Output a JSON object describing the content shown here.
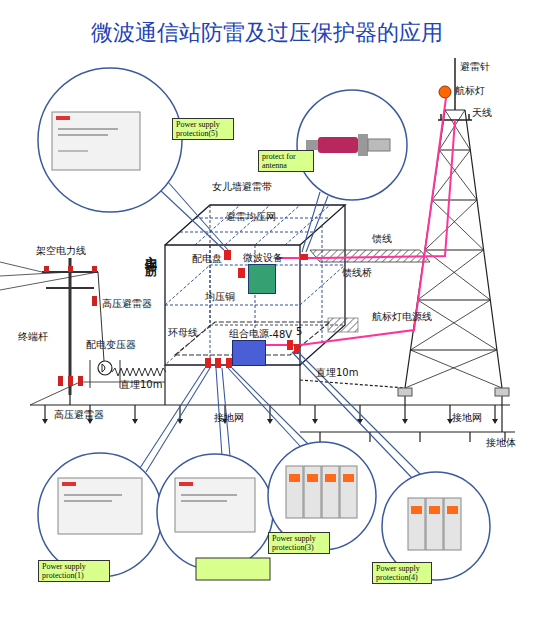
{
  "diagram": {
    "title": "微波通信站防雷及过压保护器的应用",
    "nodes": [
      {
        "text": [
          "Power supply protection(5)"
        ]
      },
      {
        "text": [
          "protect for antenna"
        ]
      },
      {
        "text": [
          "微波设备"
        ]
      },
      {
        "text": [
          "组合电源",
          "-48V"
        ]
      },
      {
        "text": [
          "Power supply protection(1)"
        ]
      },
      {
        "text": [
          "Power supply protection(3)"
        ]
      },
      {
        "text": [
          "Power supply protection(4)"
        ]
      }
    ],
    "labels": [
      "避雷针",
      "航标灯",
      "天线",
      "女儿墙避雷带",
      "避雷均压网",
      "主钢筋",
      "配电盘",
      "均压铜",
      "馈线",
      "馈线桥",
      "航标灯电源线",
      "架空电力线",
      "高压避雷器",
      "终端杆",
      "配电变压器",
      "环母线",
      "直埋10m",
      "直埋10m",
      "高压避雷器",
      "5",
      "接地网",
      "接地网",
      "接地体"
    ]
  }
}
